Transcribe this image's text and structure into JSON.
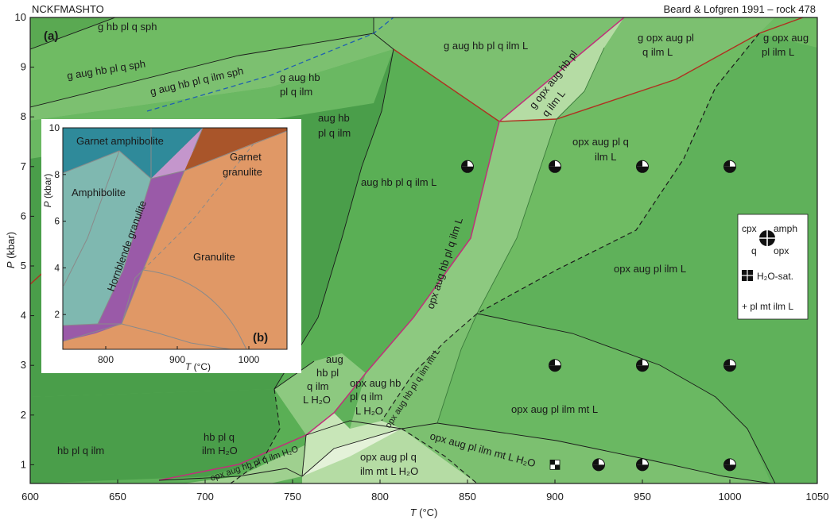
{
  "header": {
    "system": "NCKFMASHTO",
    "source": "Beard & Lofgren 1991 – rock 478"
  },
  "panel_a": {
    "label": "(a)",
    "xlabel_var": "T",
    "xlabel_unit": " (°C)",
    "ylabel_var": "P",
    "ylabel_unit": " (kbar)",
    "x_ticks": [
      "600",
      "650",
      "700",
      "750",
      "800",
      "850",
      "900",
      "950",
      "1000",
      "1050"
    ],
    "y_ticks": [
      "1",
      "2",
      "3",
      "4",
      "5",
      "6",
      "7",
      "8",
      "9",
      "10"
    ],
    "field_labels": {
      "g_hb_pl_q_sph": "g hb pl q sph",
      "g_aug_hb_pl_q_sph": "g aug hb pl q sph",
      "g_aug_hb_pl_q_ilm_sph": "g aug hb pl q ilm sph",
      "g_aug_hb_pl_q_ilm_1": "g aug hb",
      "g_aug_hb_pl_q_ilm_2": "pl q ilm",
      "g_aug_hb_pl_q_ilm_L": "g aug hb pl q ilm L",
      "g_opx_aug_pl_q_ilm_L_1": "g opx aug pl",
      "g_opx_aug_pl_q_ilm_L_2": "q ilm L",
      "g_opx_aug_pl_ilm_L_1": "g opx aug",
      "g_opx_aug_pl_ilm_L_2": "pl ilm L",
      "aug_hb_pl_q_ilm_1": "aug hb",
      "aug_hb_pl_q_ilm_2": "pl q ilm",
      "aug_hb_pl_q_ilm_L": "aug hb pl q ilm L",
      "g_opx_aug_hb_pl_q_ilm_L_1": "g opx aug hb pl",
      "g_opx_aug_hb_pl_q_ilm_L_2": "q ilm L",
      "opx_aug_pl_q_ilm_L_1": "opx aug pl q",
      "opx_aug_pl_q_ilm_L_2": "ilm L",
      "opx_aug_hb_pl_q_ilm_L": "opx aug hb pl q ilm L",
      "opx_aug_pl_ilm_L": "opx aug pl ilm L",
      "aug_hb_pl_q_ilm_L_H2O_1": "aug",
      "aug_hb_pl_q_ilm_L_H2O_2": "hb pl",
      "aug_hb_pl_q_ilm_L_H2O_3": "q ilm",
      "aug_hb_pl_q_ilm_L_H2O_4": "L H₂O",
      "opx_aug_hb_pl_q_ilm_L_H2O_1": "opx aug hb",
      "opx_aug_hb_pl_q_ilm_L_H2O_2": "pl q ilm",
      "opx_aug_hb_pl_q_ilm_L_H2O_3": "L H₂O",
      "opx_aug_hb_pl_q_ilm_mt_L": "opx aug hb pl q ilm mt L",
      "opx_aug_pl_ilm_mt_L": "opx aug pl ilm mt L",
      "opx_aug_pl_ilm_mt_L_H2O": "opx aug pl ilm mt L H₂O",
      "opx_aug_pl_q_ilm_mt_L_H2O_1": "opx aug pl q",
      "opx_aug_pl_q_ilm_mt_L_H2O_2": "ilm mt L H₂O",
      "hb_pl_q_ilm": "hb pl q ilm",
      "hb_pl_q_ilm_H2O_1": "hb pl q",
      "hb_pl_q_ilm_H2O_2": "ilm H₂O",
      "opx_aug_hb_pl_q_ilm_H2O": "opx aug hb pl q ilm H₂O"
    },
    "legend": {
      "cpx": "cpx",
      "amph": "amph",
      "q": "q",
      "opx": "opx",
      "h2o_sat": "H₂O-sat.",
      "assemblage": "+ pl mt ilm L"
    },
    "experiments": [
      {
        "T": 850,
        "P": 7,
        "marker": "cpx-amph-opx"
      },
      {
        "T": 900,
        "P": 7,
        "marker": "cpx-amph-opx"
      },
      {
        "T": 950,
        "P": 7,
        "marker": "cpx-amph-opx"
      },
      {
        "T": 1000,
        "P": 7,
        "marker": "cpx-amph-opx"
      },
      {
        "T": 900,
        "P": 3,
        "marker": "cpx-amph-opx"
      },
      {
        "T": 950,
        "P": 3,
        "marker": "cpx-amph-opx"
      },
      {
        "T": 1000,
        "P": 3,
        "marker": "cpx-amph-opx"
      },
      {
        "T": 925,
        "P": 1,
        "marker": "cpx-amph-opx"
      },
      {
        "T": 950,
        "P": 1,
        "marker": "cpx-amph-opx"
      },
      {
        "T": 1000,
        "P": 1,
        "marker": "cpx-amph-opx"
      },
      {
        "T": 900,
        "P": 1,
        "marker": "h2o-sat"
      }
    ],
    "colors": {
      "dark": "#4a9e4a",
      "mid": "#5fb15a",
      "light": "#7cc070",
      "lighter": "#9fd08f",
      "pale": "#c8e6b8",
      "palest": "#e4f2d9",
      "solidus": "#c0307a",
      "garnet_line": "#b03020",
      "sph_line": "#2060b0"
    }
  },
  "panel_b": {
    "label": "(b)",
    "xlabel_var": "T",
    "xlabel_unit": " (°C)",
    "ylabel_var": "P",
    "ylabel_unit": " (kbar)",
    "x_ticks": [
      "800",
      "900",
      "1000"
    ],
    "y_ticks": [
      "2",
      "4",
      "6",
      "8",
      "10"
    ],
    "facies": {
      "garnet_amphibolite": "Garnet amphibolite",
      "amphibolite": "Amphibolite",
      "hornblende_granulite": "Hornblende granulite",
      "granulite": "Granulite",
      "garnet_granulite_1": "Garnet",
      "garnet_granulite_2": "granulite"
    },
    "colors": {
      "garnet_amphibolite": "#2f8a9a",
      "amphibolite": "#7fb8b0",
      "hornblende_granulite": "#9a5aa8",
      "granulite": "#e09866",
      "garnet_granulite": "#a9552a"
    }
  }
}
